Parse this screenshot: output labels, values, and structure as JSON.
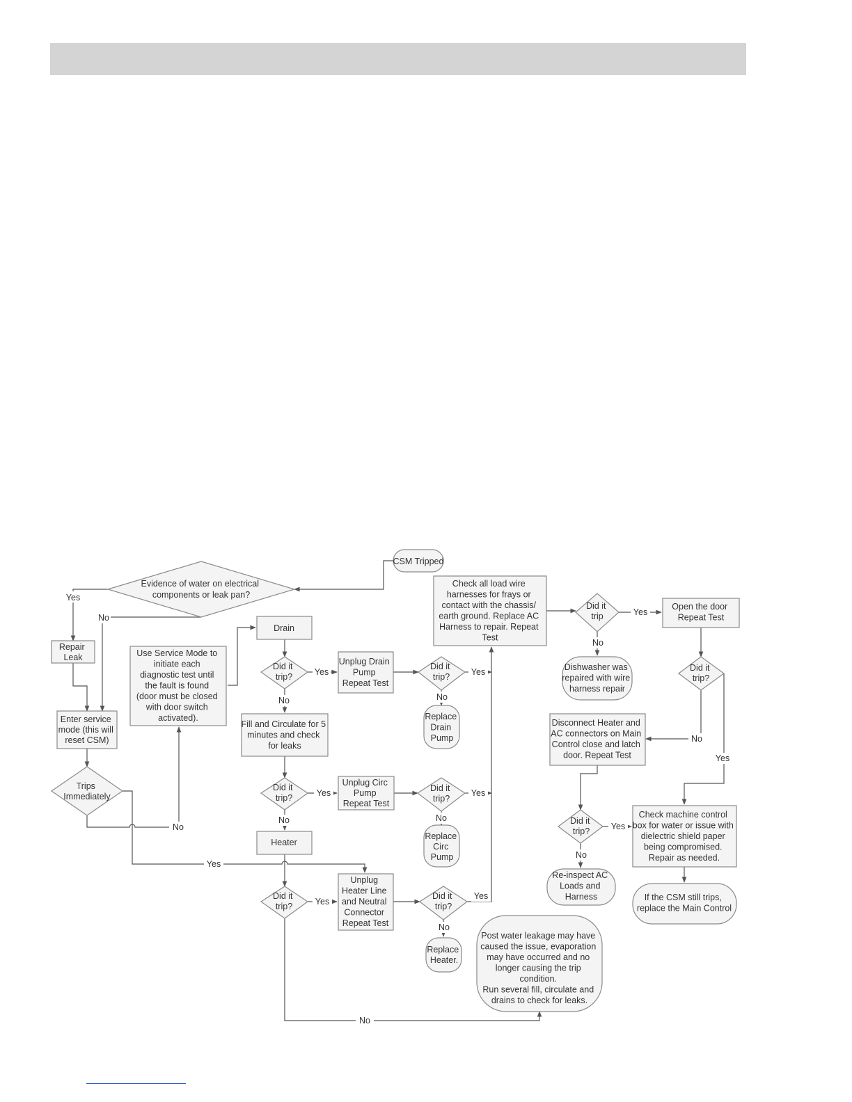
{
  "colors": {
    "header_bar": "#d4d4d4",
    "box_fill": "#f4f4f4",
    "box_stroke": "#8a8a8a",
    "line": "#555555",
    "text": "#333333",
    "footer_link": "#2b5cc9"
  },
  "nodes": {
    "csm_tripped": [
      "CSM Tripped"
    ],
    "evidence": [
      "Evidence of water on electrical",
      "components or leak pan?"
    ],
    "repair_leak": [
      "Repair",
      "Leak"
    ],
    "enter_service": [
      "Enter service",
      "mode (this will",
      "reset CSM)"
    ],
    "trips_immediately": [
      "Trips",
      "Immediately"
    ],
    "use_service": [
      "Use Service Mode to",
      "initiate each",
      "diagnostic test until",
      "the fault is found",
      "(door must be closed",
      "with door switch",
      "activated)."
    ],
    "drain": [
      "Drain"
    ],
    "trip_drain": [
      "Did it",
      "trip?"
    ],
    "unplug_drain": [
      "Unplug Drain",
      "Pump",
      "Repeat Test"
    ],
    "trip_drain2": [
      "Did it",
      "trip?"
    ],
    "replace_drain": [
      "Replace",
      "Drain",
      "Pump"
    ],
    "fill_circ": [
      "Fill and Circulate for 5",
      "minutes and check",
      "for leaks"
    ],
    "trip_circ": [
      "Did it",
      "trip?"
    ],
    "unplug_circ": [
      "Unplug Circ",
      "Pump",
      "Repeat Test"
    ],
    "trip_circ2": [
      "Did it",
      "trip?"
    ],
    "replace_circ": [
      "Replace",
      "Circ",
      "Pump"
    ],
    "heater": [
      "Heater"
    ],
    "trip_heater": [
      "Did it",
      "trip?"
    ],
    "unplug_heater": [
      "Unplug",
      "Heater Line",
      "and Neutral",
      "Connector",
      "Repeat Test"
    ],
    "trip_heater2": [
      "Did it",
      "trip?"
    ],
    "replace_heater": [
      "Replace",
      "Heater."
    ],
    "post_water": [
      "Post water leakage may have",
      "caused the issue,  evaporation",
      "may have occurred and no",
      "longer causing the trip",
      "condition.",
      "Run several fill, circulate and",
      "drains to check for leaks."
    ],
    "check_wires": [
      "Check all load wire",
      "harnesses for frays or",
      "contact with the chassis/",
      "earth ground. Replace AC",
      "Harness to repair. Repeat",
      "Test"
    ],
    "trip_wires": [
      "Did it",
      "trip"
    ],
    "dishwasher_repaired": [
      "Dishwasher was",
      "repaired with wire",
      "harness repair"
    ],
    "open_door": [
      "Open the door",
      "Repeat Test"
    ],
    "trip_door": [
      "Did it",
      "trip?"
    ],
    "disconnect_heater": [
      "Disconnect Heater and",
      "AC connectors on Main",
      "Control close and latch",
      "door. Repeat Test"
    ],
    "trip_disconnect": [
      "Did it",
      "trip?"
    ],
    "reinspect": [
      "Re-inspect AC",
      "Loads and",
      "Harness"
    ],
    "check_control_box": [
      "Check machine control",
      "box for water or issue with",
      "dielectric shield paper",
      "being compromised.",
      "Repair as needed."
    ],
    "replace_main": [
      "If the CSM still trips,",
      "replace the Main Control"
    ]
  },
  "labels": {
    "yes": "Yes",
    "no": "No"
  }
}
